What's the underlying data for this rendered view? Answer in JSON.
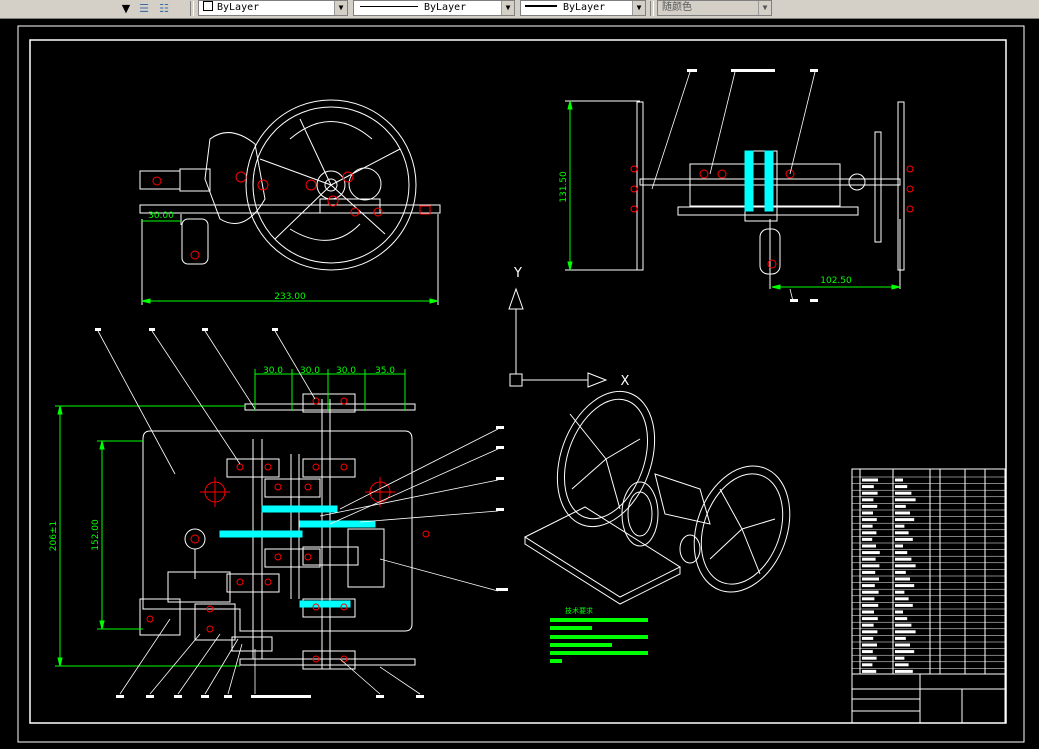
{
  "toolbar": {
    "color_combo": "ByLayer",
    "linetype_combo": "ByLayer",
    "lineweight_combo": "ByLayer",
    "plotstyle_combo": "随颜色"
  },
  "drawing": {
    "top_view_width_dim": "233.00",
    "top_view_left_dim": "30.00",
    "side_view_height_dim": "131.50",
    "side_view_width_dim": "102.50",
    "front_dims": [
      "30.0",
      "30.0",
      "30.0",
      "35.0"
    ],
    "front_height_dim": "206±1",
    "front_inner_height_dim": "152.00",
    "ucs_y_label": "Y",
    "ucs_x_label": "X",
    "tech_req_title": "技术要求"
  },
  "colors": {
    "background": "#000000",
    "lines": "#ffffff",
    "dimensions": "#00ff00",
    "centers": "#ff0000",
    "section": "#00ffff"
  }
}
